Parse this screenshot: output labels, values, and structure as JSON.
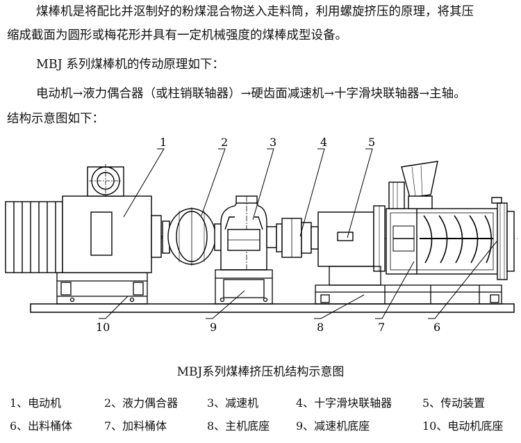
{
  "intro": {
    "line1": "煤棒机是将配比并沤制好的粉煤混合物送入走料筒，利用螺旋挤压的原理，将其压",
    "line2": "缩成截面为圆形或梅花形并具有一定机械强度的煤棒成型设备。",
    "line3": "MBJ 系列煤棒机的传动原理如下：",
    "line4": "电动机→液力偶合器（或柱销联轴器）→硬齿面减速机→十字滑块联轴器→主轴。",
    "line5": "结构示意图如下："
  },
  "diagram": {
    "callouts": [
      "1",
      "2",
      "3",
      "4",
      "5",
      "6",
      "7",
      "8",
      "9",
      "10"
    ]
  },
  "caption": "MBJ系列煤棒挤压机结构示意图",
  "legend": {
    "row1": [
      "1、电动机",
      "2、液力偶合器",
      "3、减速机",
      "4、十字滑块联轴器",
      "5、传动装置"
    ],
    "row2": [
      "6、出料桶体",
      "7、加料桶体",
      "8、主机底座",
      "9、减速机底座",
      "10、电动机底座"
    ]
  }
}
